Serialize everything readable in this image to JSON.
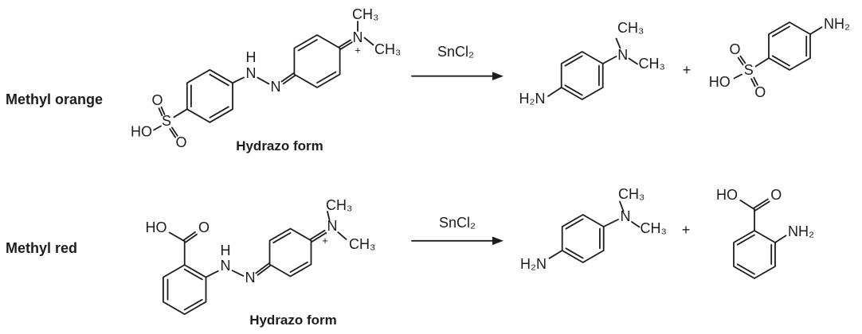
{
  "colors": {
    "ink": "#1d1d1d",
    "background": "#ffffff"
  },
  "rows": [
    {
      "name": "Methyl orange",
      "tautomer": "Hydrazo form",
      "reagent": "SnCl₂",
      "plus": "+"
    },
    {
      "name": "Methyl red",
      "tautomer": "Hydrazo form",
      "reagent": "SnCl₂",
      "plus": "+"
    }
  ],
  "atoms": {
    "H": "H",
    "N": "N",
    "S": "S",
    "O": "O",
    "HO": "HO",
    "CH3": "CH₃",
    "NH2": "NH₂",
    "H2N": "H₂N",
    "plus_charge": "+"
  }
}
